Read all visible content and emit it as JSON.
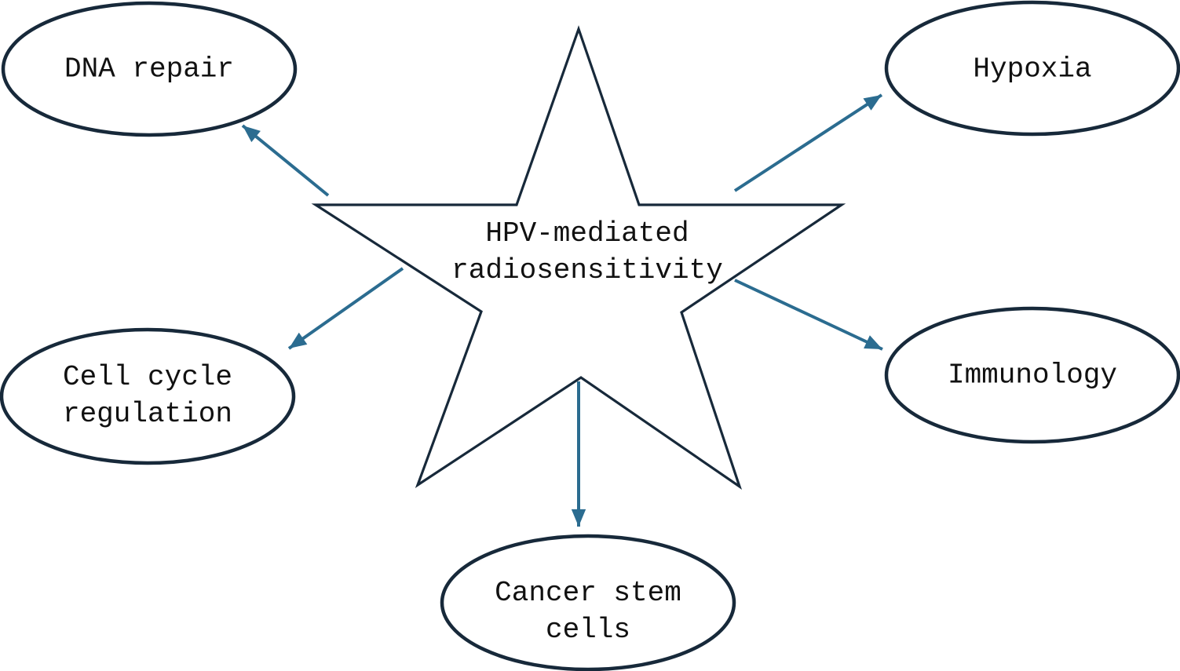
{
  "diagram": {
    "title": "HPV-mediated radiosensitivity mechanisms diagram",
    "center": {
      "shape": "star",
      "label": "HPV-mediated\nradiosensitivity"
    },
    "nodes": [
      {
        "id": "dna-repair",
        "shape": "ellipse",
        "label": "DNA repair",
        "position": "top-left"
      },
      {
        "id": "hypoxia",
        "shape": "ellipse",
        "label": "Hypoxia",
        "position": "top-right"
      },
      {
        "id": "cell-cycle",
        "shape": "ellipse",
        "label": "Cell cycle\nregulation",
        "position": "middle-left"
      },
      {
        "id": "immunology",
        "shape": "ellipse",
        "label": "Immunology",
        "position": "middle-right"
      },
      {
        "id": "cancer-stem-cells",
        "shape": "ellipse",
        "label": "Cancer stem\ncells",
        "position": "bottom-center"
      }
    ],
    "arrows": [
      {
        "from": "center",
        "to": "dna-repair"
      },
      {
        "from": "center",
        "to": "hypoxia"
      },
      {
        "from": "center",
        "to": "cell-cycle"
      },
      {
        "from": "center",
        "to": "immunology"
      },
      {
        "from": "center",
        "to": "cancer-stem-cells"
      }
    ],
    "colors": {
      "outline": "#17293a",
      "arrow": "#2b6c90",
      "text": "#111111",
      "background": "#ffffff"
    }
  }
}
